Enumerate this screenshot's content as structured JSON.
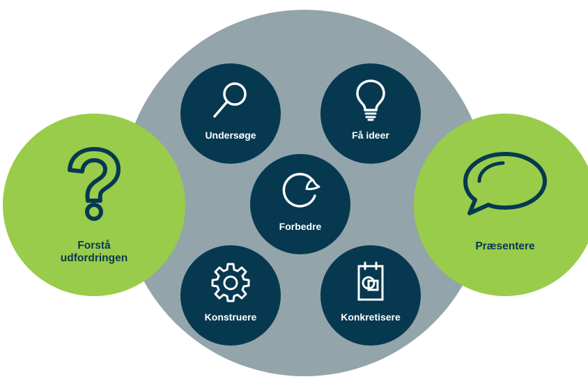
{
  "colors": {
    "background": "#ffffff",
    "outer_circle": "#93a4ab",
    "accent_green": "#99cc4a",
    "dark_navy": "#063950",
    "icon_light": "#ffffff"
  },
  "diagram": {
    "start": {
      "label_line1": "Forstå",
      "label_line2": "udfordringen",
      "icon": "question-mark-icon"
    },
    "end": {
      "label": "Præsentere",
      "icon": "speech-bubble-icon"
    },
    "steps": [
      {
        "label": "Undersøge",
        "icon": "magnifying-glass-icon"
      },
      {
        "label": "Få ideer",
        "icon": "lightbulb-icon"
      },
      {
        "label": "Forbedre",
        "icon": "refresh-cycle-icon"
      },
      {
        "label": "Konstruere",
        "icon": "gear-icon"
      },
      {
        "label": "Konkretisere",
        "icon": "notepad-shapes-icon"
      }
    ]
  }
}
